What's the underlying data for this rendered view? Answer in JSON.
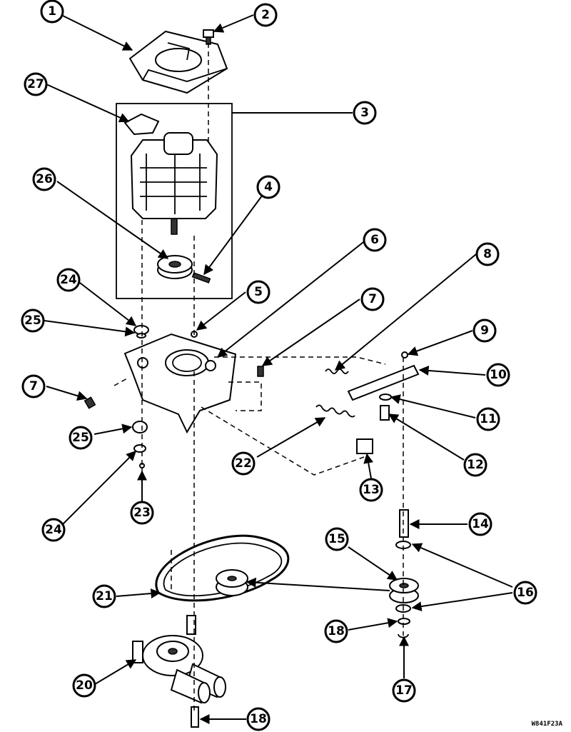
{
  "document_code": "W841F23A",
  "callouts": [
    {
      "id": "c1",
      "label": "1"
    },
    {
      "id": "c2",
      "label": "2"
    },
    {
      "id": "c3",
      "label": "3"
    },
    {
      "id": "c4",
      "label": "4"
    },
    {
      "id": "c5",
      "label": "5"
    },
    {
      "id": "c6",
      "label": "6"
    },
    {
      "id": "c7a",
      "label": "7"
    },
    {
      "id": "c7b",
      "label": "7"
    },
    {
      "id": "c8",
      "label": "8"
    },
    {
      "id": "c9",
      "label": "9"
    },
    {
      "id": "c10",
      "label": "10"
    },
    {
      "id": "c11",
      "label": "11"
    },
    {
      "id": "c12",
      "label": "12"
    },
    {
      "id": "c13",
      "label": "13"
    },
    {
      "id": "c14",
      "label": "14"
    },
    {
      "id": "c15",
      "label": "15"
    },
    {
      "id": "c16",
      "label": "16"
    },
    {
      "id": "c17",
      "label": "17"
    },
    {
      "id": "c18a",
      "label": "18"
    },
    {
      "id": "c18b",
      "label": "18"
    },
    {
      "id": "c20",
      "label": "20"
    },
    {
      "id": "c21",
      "label": "21"
    },
    {
      "id": "c22",
      "label": "22"
    },
    {
      "id": "c23",
      "label": "23"
    },
    {
      "id": "c24a",
      "label": "24"
    },
    {
      "id": "c24b",
      "label": "24"
    },
    {
      "id": "c25a",
      "label": "25"
    },
    {
      "id": "c25b",
      "label": "25"
    },
    {
      "id": "c26",
      "label": "26"
    },
    {
      "id": "c27",
      "label": "27"
    }
  ]
}
